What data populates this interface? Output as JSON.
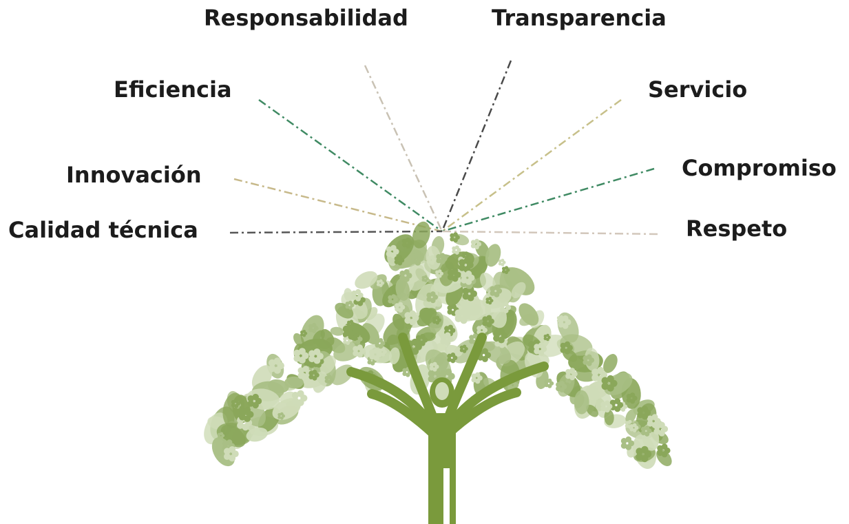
{
  "values": [
    {
      "key": "responsabilidad",
      "label": "Responsabilidad",
      "ray_color": "#c9c2b4"
    },
    {
      "key": "transparencia",
      "label": "Transparencia",
      "ray_color": "#4a4a4a"
    },
    {
      "key": "eficiencia",
      "label": "Eficiencia",
      "ray_color": "#3f8a63"
    },
    {
      "key": "servicio",
      "label": "Servicio",
      "ray_color": "#c7c08a"
    },
    {
      "key": "innovacion",
      "label": "Innovación",
      "ray_color": "#c7b98a"
    },
    {
      "key": "compromiso",
      "label": "Compromiso",
      "ray_color": "#3f8a63"
    },
    {
      "key": "calidad",
      "label": "Calidad técnica",
      "ray_color": "#555555"
    },
    {
      "key": "respeto",
      "label": "Respeto",
      "ray_color": "#d2c7bb"
    }
  ],
  "colors": {
    "trunk": "#7a9a3c",
    "leaf_dark": "#8aa75a",
    "leaf_mid": "#a9bf85",
    "leaf_light": "#cfdcb8",
    "text": "#1c1c1c"
  },
  "illustration": "human-tree-icon"
}
